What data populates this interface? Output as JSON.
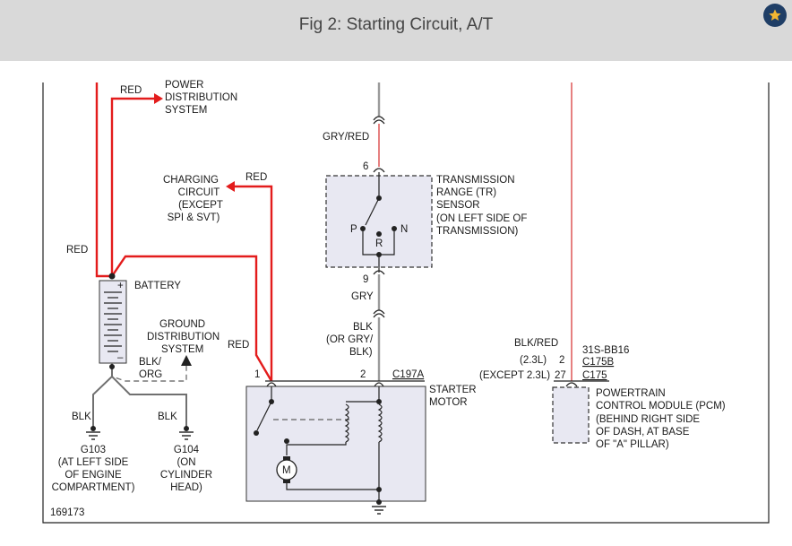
{
  "header": {
    "title": "Fig 2: Starting Circuit, A/T"
  },
  "badge": {
    "icon": "star-icon",
    "color": "#1f3e66",
    "star_color": "#f2b632"
  },
  "labels": {
    "red_top": "RED",
    "power_1": "POWER",
    "power_2": "DISTRIBUTION",
    "power_3": "SYSTEM",
    "charging_1": "CHARGING",
    "charging_2": "CIRCUIT",
    "charging_3": "(EXCEPT",
    "charging_4": "SPI & SVT)",
    "red_charging": "RED",
    "red_left": "RED",
    "battery": "BATTERY",
    "ground_1": "GROUND",
    "ground_2": "DISTRIBUTION",
    "ground_3": "SYSTEM",
    "blk_org_1": "BLK/",
    "blk_org_2": "ORG",
    "red_starter": "RED",
    "blk_g103": "BLK",
    "blk_g104": "BLK",
    "g103_1": "G103",
    "g103_2": "(AT LEFT SIDE",
    "g103_3": "OF ENGINE",
    "g103_4": "COMPARTMENT)",
    "g104_1": "G104",
    "g104_2": "(ON",
    "g104_3": "CYLINDER",
    "g104_4": "HEAD)",
    "fig_number": "169173",
    "gry_red": "GRY/RED",
    "pin_6": "6",
    "tr_1": "TRANSMISSION",
    "tr_2": "RANGE (TR)",
    "tr_3": "SENSOR",
    "tr_4": "(ON LEFT SIDE OF",
    "tr_5": "TRANSMISSION)",
    "tr_p": "P",
    "tr_n": "N",
    "tr_r": "R",
    "pin_9": "9",
    "gry": "GRY",
    "blk_1": "BLK",
    "blk_2": "(OR GRY/",
    "blk_3": "BLK)",
    "pin_1": "1",
    "pin_2": "2",
    "c197a": "C197A",
    "starter_1": "STARTER",
    "starter_2": "MOTOR",
    "motor_m": "M",
    "blk_red": "BLK/RED",
    "l23": "(2.3L)",
    "pin_2b": "2",
    "except23": "(EXCEPT 2.3L)",
    "pin_27": "27",
    "c31s": "31S-BB16",
    "c175b": "C175B",
    "c175": "C175",
    "pcm_1": "POWERTRAIN",
    "pcm_2": "CONTROL MODULE (PCM)",
    "pcm_3": "(BEHIND RIGHT SIDE",
    "pcm_4": "OF DASH, AT BASE",
    "pcm_5": "OF \"A\" PILLAR)"
  },
  "colors": {
    "red_wire": "#e31c1c",
    "gray_wire": "#9a9a9a",
    "component_fill": "#e8e8f2",
    "header_bg": "#d9d9d9"
  }
}
